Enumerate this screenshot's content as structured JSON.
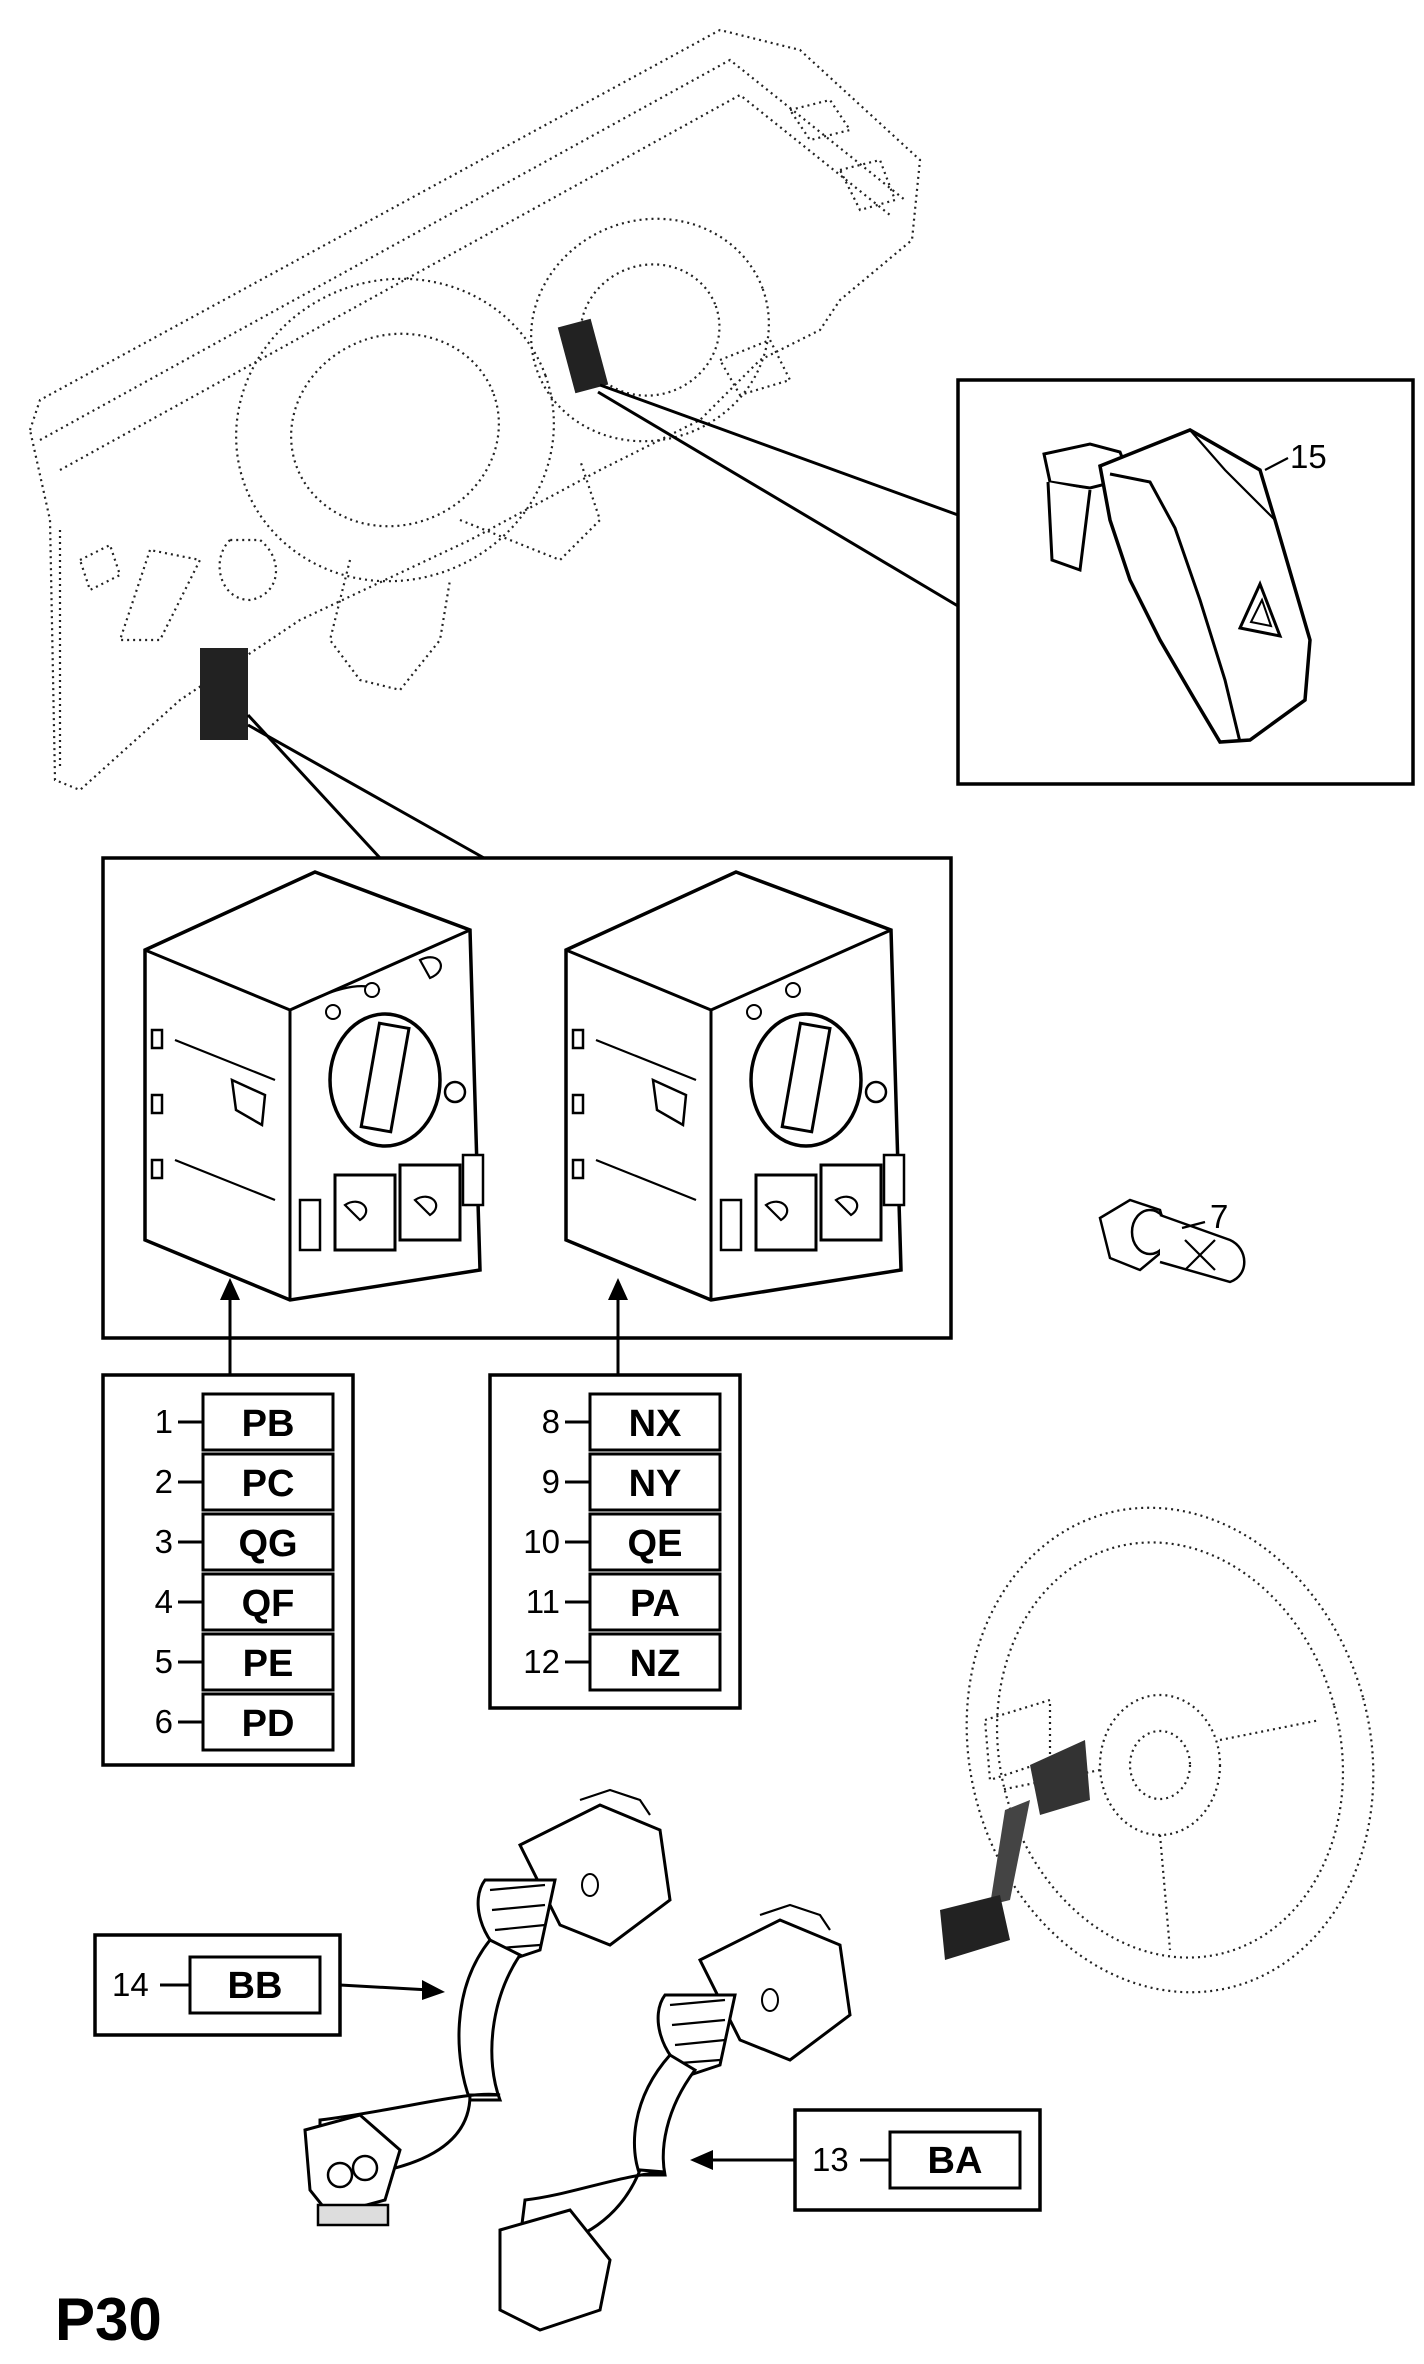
{
  "page_code": "P30",
  "callouts": {
    "hazard_switch": "15",
    "bulb": "7"
  },
  "group_left": [
    {
      "num": "1",
      "code": "PB"
    },
    {
      "num": "2",
      "code": "PC"
    },
    {
      "num": "3",
      "code": "QG"
    },
    {
      "num": "4",
      "code": "QF"
    },
    {
      "num": "5",
      "code": "PE"
    },
    {
      "num": "6",
      "code": "PD"
    }
  ],
  "group_right": [
    {
      "num": "8",
      "code": "NX"
    },
    {
      "num": "9",
      "code": "NY"
    },
    {
      "num": "10",
      "code": "QE"
    },
    {
      "num": "11",
      "code": "PA"
    },
    {
      "num": "12",
      "code": "NZ"
    }
  ],
  "stalk_left": {
    "num": "14",
    "code": "BB"
  },
  "stalk_right": {
    "num": "13",
    "code": "BA"
  },
  "icons": {
    "hazard": "warning-triangle-icon",
    "headlamp": "headlamp-icon",
    "fog": "fog-lamp-icon"
  }
}
